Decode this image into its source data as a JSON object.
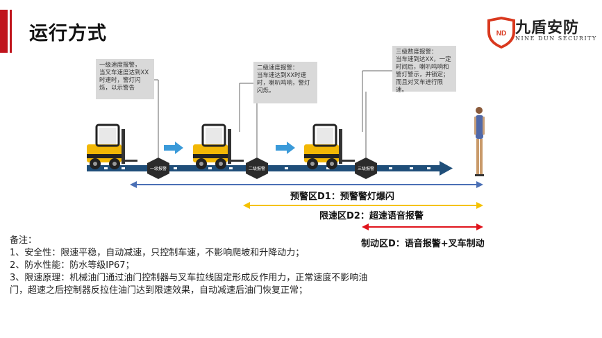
{
  "header": {
    "title": "运行方式",
    "logo": {
      "cn": "九盾安防",
      "en": "NINE DUN SECURITY",
      "badge": "ND"
    }
  },
  "callouts": [
    {
      "title": "一级速度报警，",
      "body": "当叉车速度达到XX时速时，警灯闪烁，以示警告"
    },
    {
      "title": "二级速度报警：",
      "body": "当车速达到XX时速时，喇叭鸣响，警灯闪烁。"
    },
    {
      "title": "三级数度报警：",
      "body": "当车速到达XX，一定时间后，喇叭鸣响和警灯警示，并锁定；而且对叉车进行限速。"
    }
  ],
  "markers": [
    "一级报警",
    "二级报警",
    "三级报警"
  ],
  "zones": [
    {
      "label": "预警区D1：预警警灯爆闪",
      "color": "#4a6fb5"
    },
    {
      "label": "限速区D2：超速语音报警",
      "color": "#f5c200"
    },
    {
      "label": "制动区D：语音报警+叉车制动",
      "color": "#e0141c"
    }
  ],
  "notes": {
    "heading": "备注：",
    "lines": [
      "1、安全性：限速平稳，自动减速，只控制车速，不影响爬坡和升降动力；",
      "2、防水性能：防水等级IP67；",
      "3、限速原理：机械油门通过油门控制器与叉车拉线固定形成反作用力，正常速度不影响油",
      "门，超速之后控制器反拉住油门达到限速效果，自动减速后油门恢复正常；"
    ]
  },
  "colors": {
    "accent_red": "#c0141c",
    "track": "#1f4e79",
    "forklift_yellow": "#f2b705",
    "arrow_blue": "#3a9ad9"
  }
}
